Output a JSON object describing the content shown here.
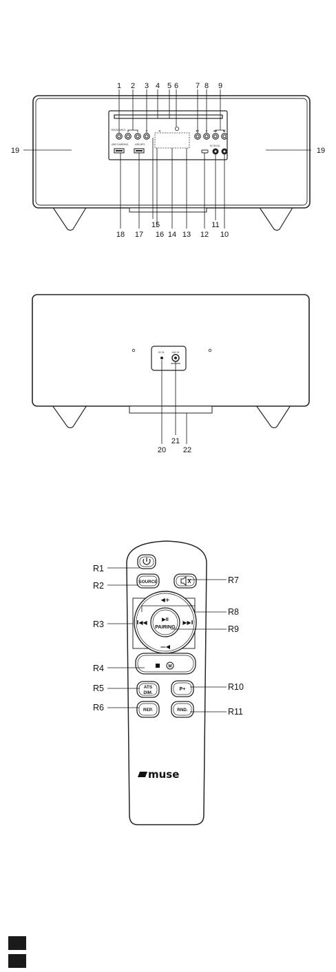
{
  "front_view": {
    "callouts_top": [
      "1",
      "2",
      "3",
      "4",
      "5",
      "6",
      "7",
      "8",
      "9"
    ],
    "callouts_bottom": [
      "18",
      "17",
      "15",
      "16",
      "14",
      "13",
      "12",
      "11",
      "10"
    ],
    "callout_left": "19",
    "callout_right": "19",
    "panel_labels": {
      "source": "SRC/SOURCE",
      "usb_charging": "USB CHARGING",
      "usb_play": "USB MP3",
      "power_5v": "DC 5V/1A"
    }
  },
  "rear_view": {
    "callouts": [
      "20",
      "21",
      "22"
    ],
    "jack_labels": [
      "DC IN",
      "AUX IN"
    ]
  },
  "remote": {
    "callouts_left": [
      "R1",
      "R2",
      "R3",
      "R4",
      "R5",
      "R6"
    ],
    "callouts_right": [
      "R7",
      "R8",
      "R9",
      "R10",
      "R11"
    ],
    "buttons": {
      "source": "SOURCE",
      "play_pause": "▶II",
      "pairing": "PAIRING",
      "mode": "M",
      "ats": "ATS",
      "dim": "DIM.",
      "preset": "P+",
      "repeat": "REP.",
      "random": "RND."
    },
    "brand": "muse"
  }
}
